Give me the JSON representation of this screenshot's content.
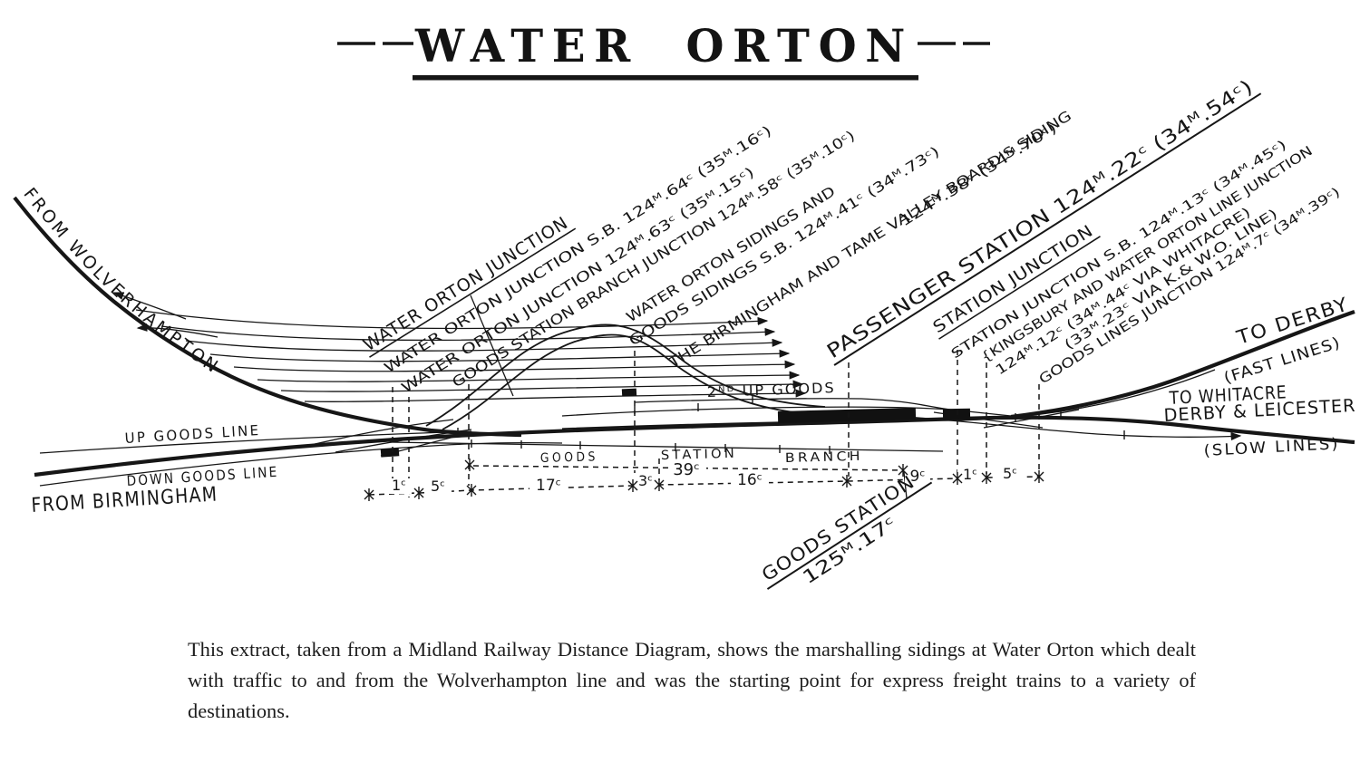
{
  "title": "WATER ORTON",
  "caption": "This extract, taken from a Midland Railway Distance Diagram, shows the marshalling sidings at Water Orton which dealt with traffic to and from the Wolverhampton line and was the starting point for express freight trains to a variety of destinations.",
  "routes": {
    "from_wolverhampton": "FROM WOLVERHAMPTON",
    "up_goods_line": "UP GOODS LINE",
    "down_goods_line": "DOWN GOODS LINE",
    "from_birmingham": "FROM BIRMINGHAM",
    "second_up_goods": "2ᴺᴰ UP GOODS",
    "to_derby": "TO DERBY",
    "fast_lines": "(FAST LINES)",
    "to_whitacre": "TO WHITACRE",
    "derby_and_leicester": "DERBY & LEICESTER",
    "slow_lines": "(SLOW LINES)"
  },
  "junction_labels": [
    {
      "id": "water-orton-junction",
      "text": "WATER ORTON JUNCTION"
    },
    {
      "id": "water-orton-junction-sb",
      "text": "WATER ORTON JUNCTION S.B. 124ᴹ.64ᶜ (35ᴹ.16ᶜ)"
    },
    {
      "id": "water-orton-junction-dist",
      "text": "WATER ORTON JUNCTION 124ᴹ.63ᶜ (35ᴹ.15ᶜ)"
    },
    {
      "id": "goods-station-branch-junction",
      "text": "GOODS STATION BRANCH JUNCTION 124ᴹ.58ᶜ (35ᴹ.10ᶜ)"
    },
    {
      "id": "water-orton-sidings-and",
      "text": "WATER ORTON SIDINGS AND"
    },
    {
      "id": "goods-sidings-sb",
      "text": "GOODS SIDINGS S.B. 124ᴹ.41ᶜ (34ᴹ.73ᶜ)"
    },
    {
      "id": "birmingham-tame-valley-siding",
      "text": "THE BIRMINGHAM AND TAME VALLEY BOARD'S SIDING"
    },
    {
      "id": "birmingham-tame-valley-dist",
      "text": "124ᴹ.38ᶜ (34ᴹ.70ᶜ)"
    },
    {
      "id": "passenger-station",
      "text": "PASSENGER STATION 124ᴹ.22ᶜ (34ᴹ.54ᶜ)"
    },
    {
      "id": "station-junction",
      "text": "STATION JUNCTION"
    },
    {
      "id": "station-junction-sb",
      "text": "STATION JUNCTION S.B. 124ᴹ.13ᶜ (34ᴹ.45ᶜ)"
    },
    {
      "id": "kingsbury-line-junction",
      "text": "{KINGSBURY AND WATER ORTON LINE JUNCTION"
    },
    {
      "id": "kingsbury-dist-via-whitacre",
      "text": "124ᴹ.12ᶜ (34ᴹ.44ᶜ VIA WHITACRE)"
    },
    {
      "id": "kingsbury-dist-via-kwo",
      "text": "(33ᴹ.23ᶜ VIA K.& W.O. LINE)"
    },
    {
      "id": "goods-lines-junction",
      "text": "GOODS LINES JUNCTION 124ᴹ.7ᶜ (34ᴹ.39ᶜ)"
    }
  ],
  "goods_station": {
    "name": "GOODS STATION",
    "distance": "125ᴹ.17ᶜ"
  },
  "branch_measure": {
    "goods": "GOODS",
    "station": "STATION",
    "branch": "BRANCH",
    "length": "39ᶜ"
  },
  "chainages": [
    "1ᶜ",
    "5ᶜ",
    "17ᶜ",
    "3ᶜ",
    "16ᶜ",
    "9ᶜ",
    "1ᶜ",
    "5ᶜ"
  ]
}
